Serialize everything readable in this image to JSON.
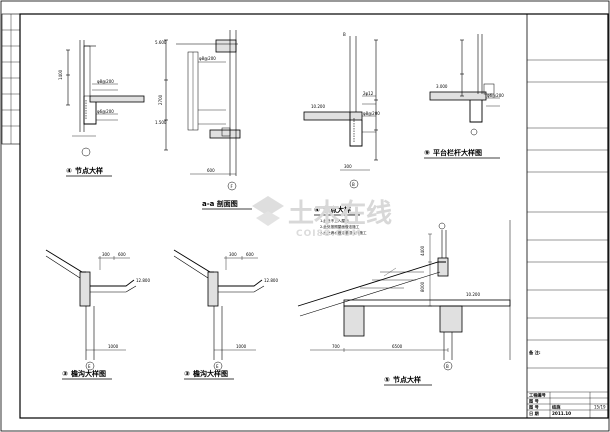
{
  "drawings": {
    "node_detail_a": {
      "num": "④",
      "title": "节点大样"
    },
    "section_aa": {
      "title": "a-a 剖面图"
    },
    "node_detail_b": {
      "num": "④",
      "title": "节点大样"
    },
    "railing": {
      "num": "⑨",
      "title": "平台栏杆大样图"
    },
    "gutter_1": {
      "num": "③",
      "title": "檐沟大样图"
    },
    "gutter_2": {
      "num": "③",
      "title": "檐沟大样图"
    },
    "node_detail_c": {
      "num": "⑤",
      "title": "节点大样"
    }
  },
  "dimensions": {
    "d_1400": "1400",
    "d_5600": "5.600",
    "d_2700": "2700",
    "d_1500": "1.500",
    "d_600": "600",
    "d_1000": "1000",
    "d_3000": "3.000",
    "d_300": "300",
    "d_12800": "12.800",
    "d_700": "700",
    "d_6500": "6500",
    "d_10200": "10.200",
    "d_4400": "4400",
    "d_8000": "8000"
  },
  "annotations": {
    "a_phi": "φ8@200",
    "a_phi2": "φ6@200",
    "a_2phi": "2φ12",
    "axis_f": "F",
    "axis_e": "E",
    "axis_b": "B"
  },
  "notes": [
    "1.此处不上人屋面",
    "2.此处按照屋面做法施工",
    "3.此处滴水做法参照设计施工"
  ],
  "watermark": {
    "main": "土木在线",
    "sub": "COI88.COM"
  },
  "title_block": {
    "rows": [
      {
        "label": "工程编号",
        "value": ""
      },
      {
        "label": "图  号",
        "value": ""
      },
      {
        "label": "图  号",
        "value": "结施"
      },
      {
        "label": "日  期",
        "value": "2011.10"
      }
    ],
    "sheet_no": "15/19",
    "remark_label": "备  注:"
  },
  "left_strip": [
    "",
    "",
    "",
    "",
    "",
    "",
    "",
    ""
  ]
}
